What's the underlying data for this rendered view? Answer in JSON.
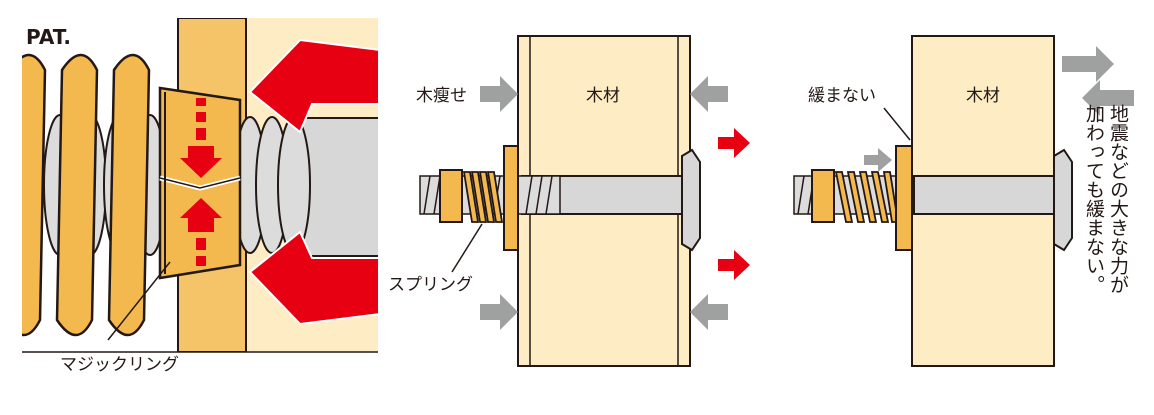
{
  "labels": {
    "pat": "PAT.",
    "magic_ring": "マジックリング",
    "wood_shrink": "木瘦せ",
    "wood_material_1": "木材",
    "spring": "スプリング",
    "not_loose": "緩まない",
    "wood_material_2": "木材",
    "vertical_col1": "地震などの大きな力が",
    "vertical_col2": "加わっても緩まない。"
  },
  "colors": {
    "wood": "#fdecc4",
    "wood_dark": "#f6be5c",
    "spring": "#f3b84e",
    "bolt": "#d7d7d7",
    "arrow_red": "#e60012",
    "arrow_gray": "#9fa0a0",
    "outline": "#231815"
  }
}
